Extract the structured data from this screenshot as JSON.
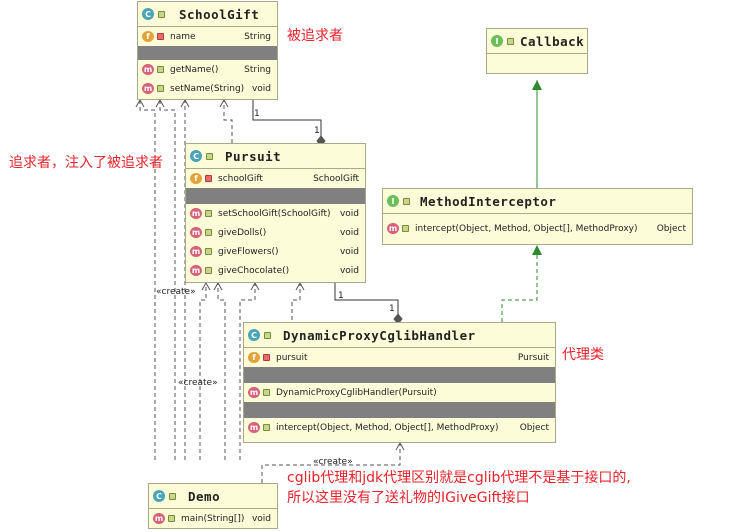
{
  "classes": {
    "schoolgift": {
      "name": "SchoolGift",
      "icon": "C",
      "fields": [
        {
          "name": "name",
          "type": "String"
        }
      ],
      "methods": [
        {
          "name": "getName()",
          "type": "String"
        },
        {
          "name": "setName(String)",
          "type": "void"
        }
      ]
    },
    "callback": {
      "name": "Callback",
      "icon": "I"
    },
    "pursuit": {
      "name": "Pursuit",
      "icon": "C",
      "fields": [
        {
          "name": "schoolGift",
          "type": "SchoolGift"
        }
      ],
      "methods": [
        {
          "name": "setSchoolGift(SchoolGift)",
          "type": "void"
        },
        {
          "name": "giveDolls()",
          "type": "void"
        },
        {
          "name": "giveFlowers()",
          "type": "void"
        },
        {
          "name": "giveChocolate()",
          "type": "void"
        }
      ]
    },
    "methodinterceptor": {
      "name": "MethodInterceptor",
      "icon": "I",
      "methods": [
        {
          "name": "intercept(Object, Method, Object[], MethodProxy)",
          "type": "Object"
        }
      ]
    },
    "handler": {
      "name": "DynamicProxyCglibHandler",
      "icon": "C",
      "fields": [
        {
          "name": "pursuit",
          "type": "Pursuit"
        }
      ],
      "constructors": [
        {
          "name": "DynamicProxyCglibHandler(Pursuit)"
        }
      ],
      "methods": [
        {
          "name": "intercept(Object, Method, Object[], MethodProxy)",
          "type": "Object"
        }
      ]
    },
    "demo": {
      "name": "Demo",
      "icon": "C",
      "methods": [
        {
          "name": "main(String[])",
          "type": "void"
        }
      ]
    }
  },
  "notes": {
    "schoolgift": "被追求者",
    "pursuit": "追求者，注入了被追求者",
    "handler": "代理类",
    "demo_line1": "cglib代理和jdk代理区别就是cglib代理不是基于接口的,",
    "demo_line2": "所以这里没有了送礼物的IGiveGift接口"
  },
  "edge_labels": {
    "create1": "«create»",
    "create2": "«create»",
    "create3": "«create»",
    "mult_sg_one": "1",
    "mult_sg_pursuit": "1",
    "mult_p_one": "1",
    "mult_p_handler": "1"
  },
  "colors": {
    "class_fill": "#fcfcd8",
    "note_red": "#e8232a",
    "realization_green": "#2e8b2e",
    "separator_gray": "#808080"
  }
}
